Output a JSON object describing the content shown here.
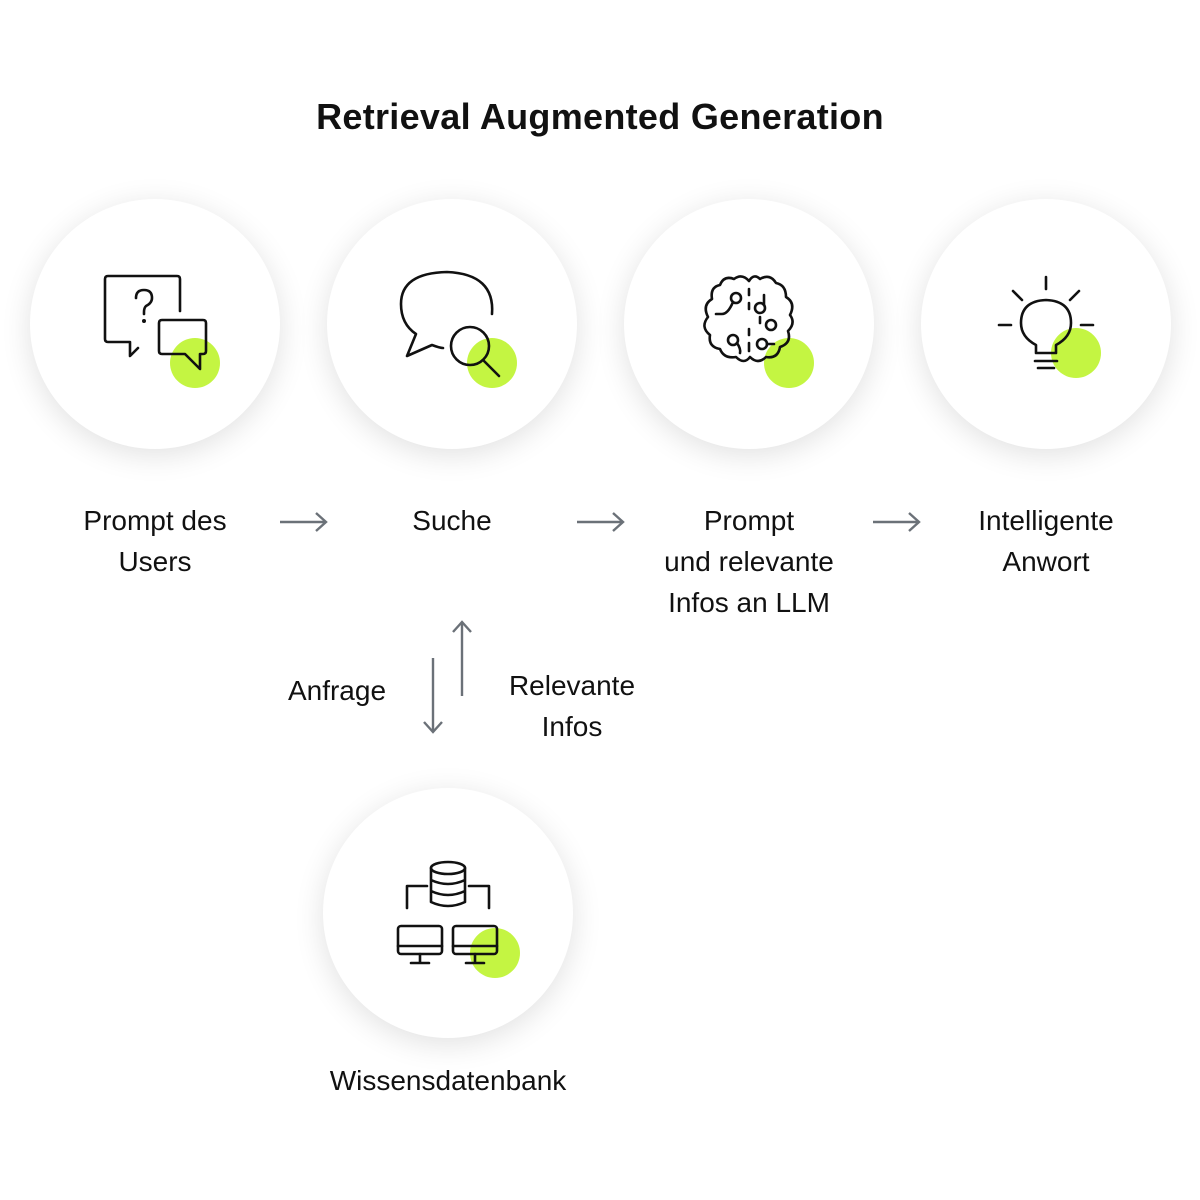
{
  "title": "Retrieval Augmented Generation",
  "accent_color": "#c4f542",
  "steps": [
    {
      "icon": "chat-question-icon",
      "label_lines": [
        "Prompt des",
        "Users"
      ]
    },
    {
      "icon": "chat-search-icon",
      "label_lines": [
        "Suche"
      ]
    },
    {
      "icon": "brain-circuit-icon",
      "label_lines": [
        "Prompt",
        "und relevante",
        "Infos an LLM"
      ]
    },
    {
      "icon": "lightbulb-icon",
      "label_lines": [
        "Intelligente",
        "Anwort"
      ]
    }
  ],
  "knowledge_base": {
    "icon": "database-network-icon",
    "label": "Wissensdatenbank"
  },
  "flows": {
    "request": "Anfrage",
    "response_lines": [
      "Relevante",
      "Infos"
    ]
  }
}
